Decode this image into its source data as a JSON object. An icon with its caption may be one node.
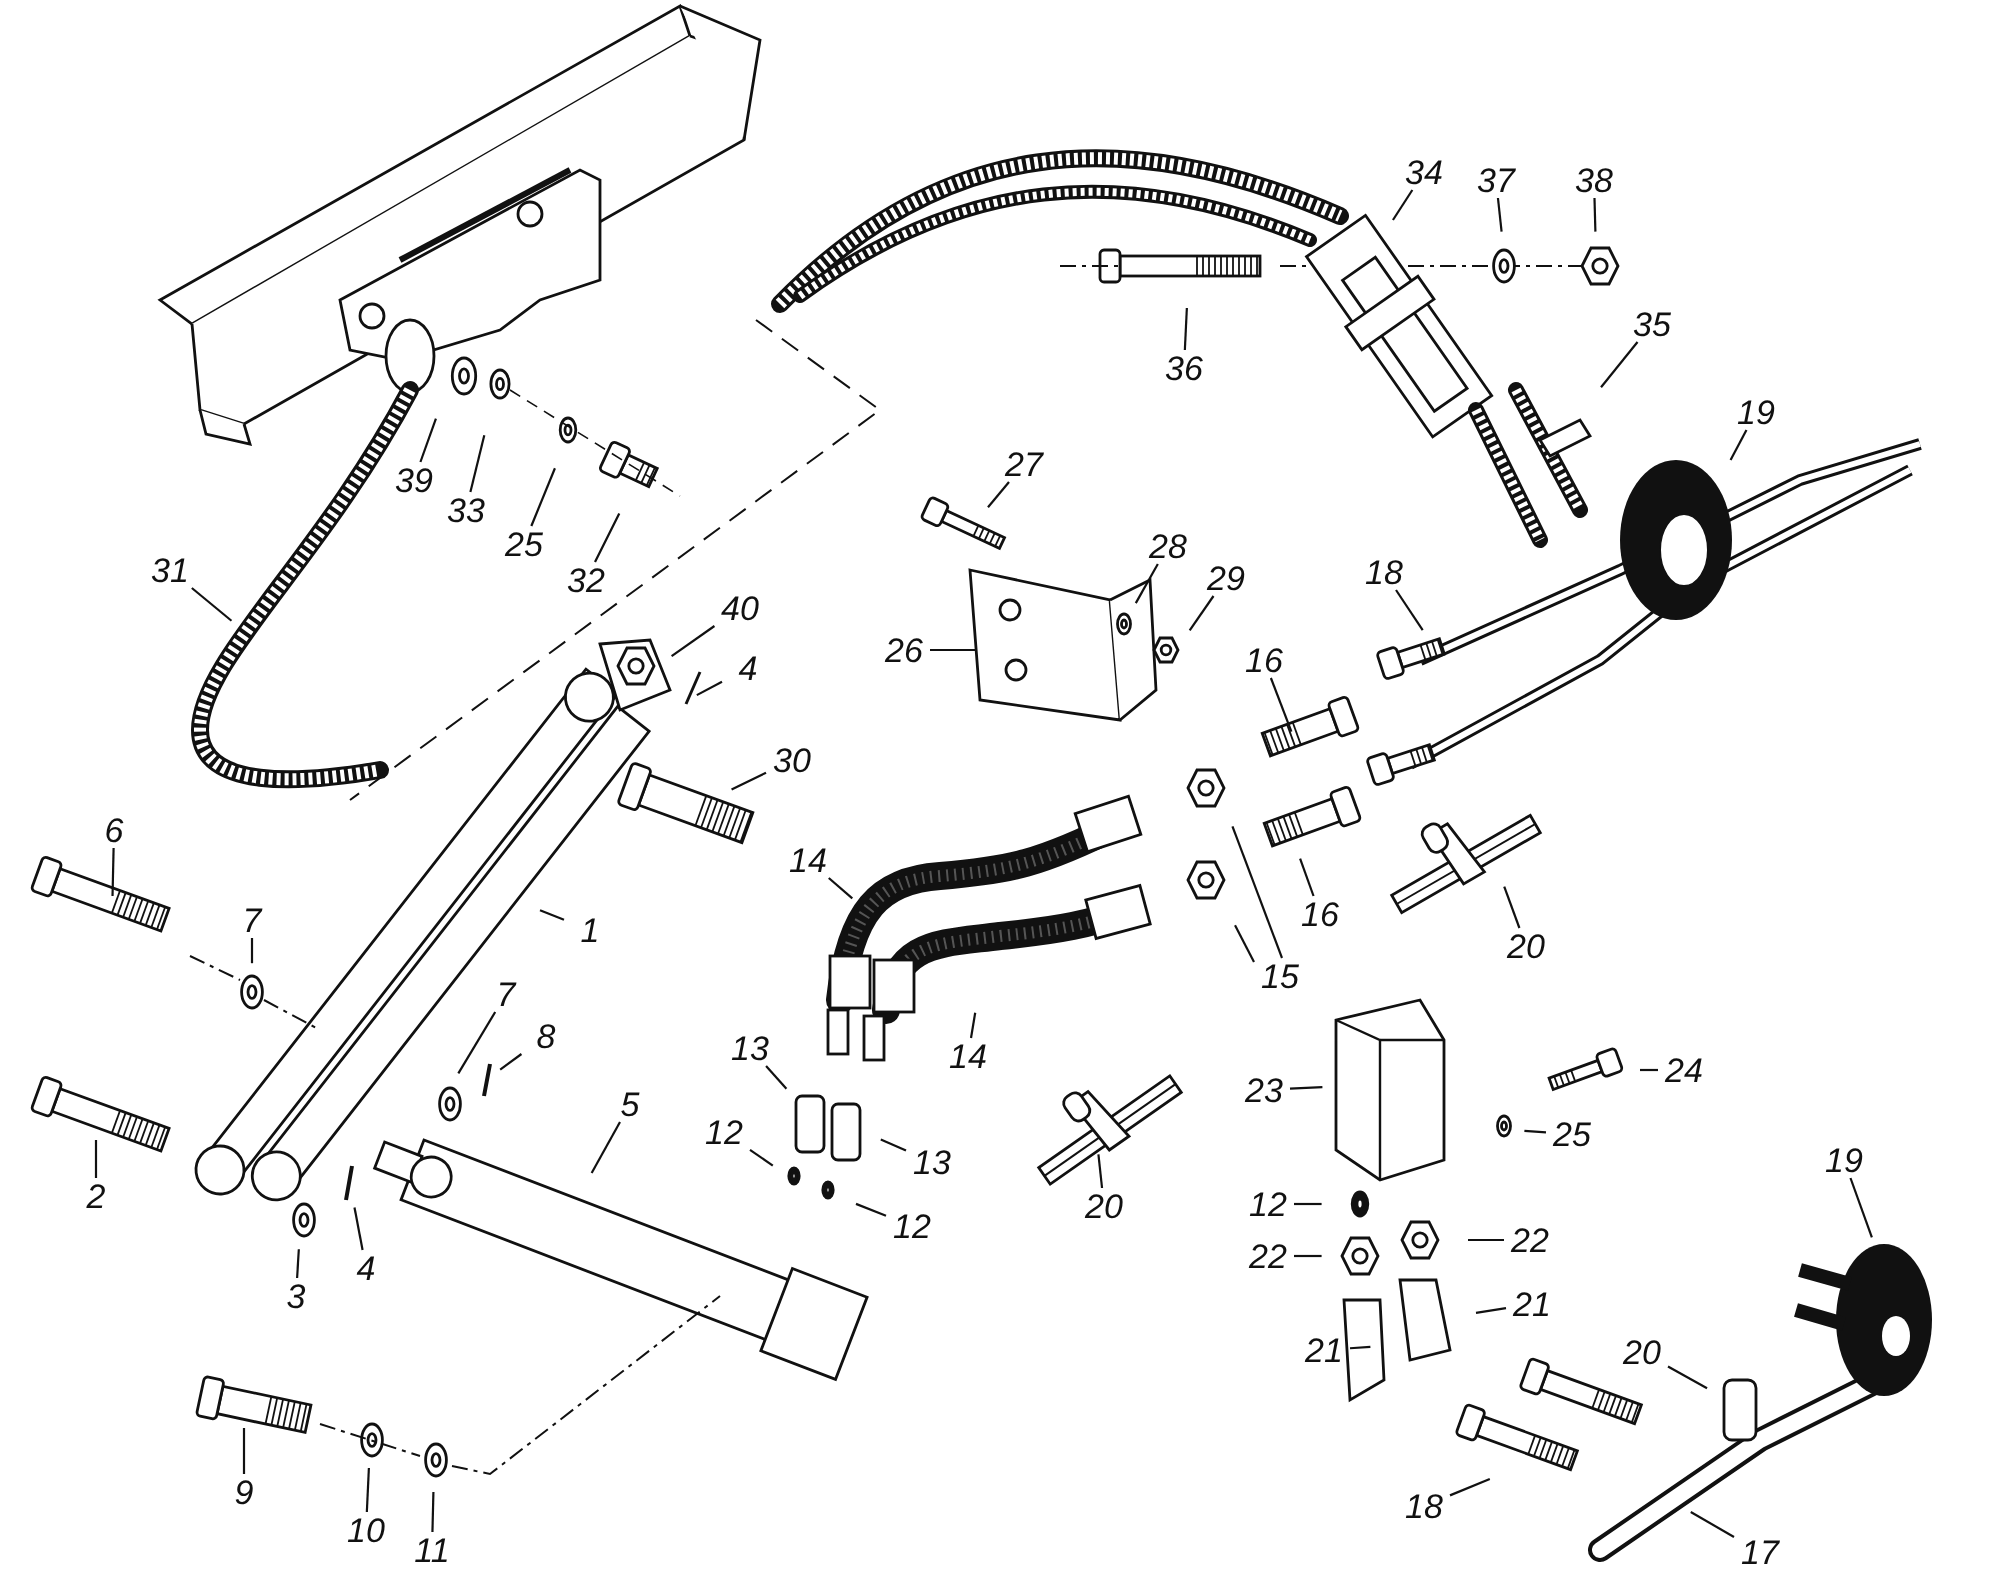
{
  "diagram": {
    "nodes": [
      {
        "text": [
          "34"
        ]
      },
      {
        "text": [
          "37"
        ]
      },
      {
        "text": [
          "38"
        ]
      },
      {
        "text": [
          "36"
        ]
      },
      {
        "text": [
          "35"
        ]
      },
      {
        "text": [
          "19"
        ]
      },
      {
        "text": [
          "39"
        ]
      },
      {
        "text": [
          "33"
        ]
      },
      {
        "text": [
          "25"
        ]
      },
      {
        "text": [
          "32"
        ]
      },
      {
        "text": [
          "27"
        ]
      },
      {
        "text": [
          "31"
        ]
      },
      {
        "text": [
          "28"
        ]
      },
      {
        "text": [
          "29"
        ]
      },
      {
        "text": [
          "26"
        ]
      },
      {
        "text": [
          "18"
        ]
      },
      {
        "text": [
          "16"
        ]
      },
      {
        "text": [
          "40"
        ]
      },
      {
        "text": [
          "4"
        ]
      },
      {
        "text": [
          "30"
        ]
      },
      {
        "text": [
          "14"
        ]
      },
      {
        "text": [
          "6"
        ]
      },
      {
        "text": [
          "1"
        ]
      },
      {
        "text": [
          "16"
        ]
      },
      {
        "text": [
          "15"
        ]
      },
      {
        "text": [
          "20"
        ]
      },
      {
        "text": [
          "7"
        ]
      },
      {
        "text": [
          "14"
        ]
      },
      {
        "text": [
          "7"
        ]
      },
      {
        "text": [
          "8"
        ]
      },
      {
        "text": [
          "13"
        ]
      },
      {
        "text": [
          "13"
        ]
      },
      {
        "text": [
          "12"
        ]
      },
      {
        "text": [
          "12"
        ]
      },
      {
        "text": [
          "5"
        ]
      },
      {
        "text": [
          "2"
        ]
      },
      {
        "text": [
          "20"
        ]
      },
      {
        "text": [
          "23"
        ]
      },
      {
        "text": [
          "24"
        ]
      },
      {
        "text": [
          "25"
        ]
      },
      {
        "text": [
          "3"
        ]
      },
      {
        "text": [
          "4"
        ]
      },
      {
        "text": [
          "12"
        ]
      },
      {
        "text": [
          "22"
        ]
      },
      {
        "text": [
          "22"
        ]
      },
      {
        "text": [
          "21"
        ]
      },
      {
        "text": [
          "21"
        ]
      },
      {
        "text": [
          "9"
        ]
      },
      {
        "text": [
          "10"
        ]
      },
      {
        "text": [
          "11"
        ]
      },
      {
        "text": [
          "18"
        ]
      },
      {
        "text": [
          "19"
        ]
      },
      {
        "text": [
          "20"
        ]
      },
      {
        "text": [
          "17"
        ]
      }
    ],
    "edges": [
      {
        "from": 0,
        "to": null,
        "arrow": "none"
      },
      {
        "from": 1,
        "to": null,
        "arrow": "none"
      },
      {
        "from": 2,
        "to": null,
        "arrow": "none"
      },
      {
        "from": 3,
        "to": null,
        "arrow": "none"
      },
      {
        "from": 4,
        "to": null,
        "arrow": "none"
      },
      {
        "from": 5,
        "to": null,
        "arrow": "none"
      },
      {
        "from": 6,
        "to": null,
        "arrow": "none"
      },
      {
        "from": 7,
        "to": null,
        "arrow": "none"
      },
      {
        "from": 8,
        "to": null,
        "arrow": "none"
      },
      {
        "from": 9,
        "to": null,
        "arrow": "none"
      },
      {
        "from": 10,
        "to": null,
        "arrow": "none"
      },
      {
        "from": 11,
        "to": null,
        "arrow": "none"
      },
      {
        "from": 12,
        "to": null,
        "arrow": "none"
      },
      {
        "from": 13,
        "to": null,
        "arrow": "none"
      },
      {
        "from": 14,
        "to": null,
        "arrow": "none"
      },
      {
        "from": 15,
        "to": null,
        "arrow": "none"
      },
      {
        "from": 16,
        "to": null,
        "arrow": "none"
      },
      {
        "from": 17,
        "to": null,
        "arrow": "none"
      },
      {
        "from": 18,
        "to": null,
        "arrow": "none"
      },
      {
        "from": 19,
        "to": null,
        "arrow": "none"
      },
      {
        "from": 20,
        "to": null,
        "arrow": "none"
      },
      {
        "from": 21,
        "to": null,
        "arrow": "none"
      },
      {
        "from": 22,
        "to": null,
        "arrow": "none"
      },
      {
        "from": 23,
        "to": null,
        "arrow": "none"
      },
      {
        "from": 24,
        "to": null,
        "arrow": "none"
      },
      {
        "from": 24,
        "to": null,
        "arrow": "none"
      },
      {
        "from": 25,
        "to": null,
        "arrow": "none"
      },
      {
        "from": 26,
        "to": null,
        "arrow": "none"
      },
      {
        "from": 27,
        "to": null,
        "arrow": "none"
      },
      {
        "from": 28,
        "to": null,
        "arrow": "none"
      },
      {
        "from": 29,
        "to": null,
        "arrow": "none"
      },
      {
        "from": 30,
        "to": null,
        "arrow": "none"
      },
      {
        "from": 31,
        "to": null,
        "arrow": "none"
      },
      {
        "from": 32,
        "to": null,
        "arrow": "none"
      },
      {
        "from": 33,
        "to": null,
        "arrow": "none"
      },
      {
        "from": 34,
        "to": null,
        "arrow": "none"
      },
      {
        "from": 35,
        "to": null,
        "arrow": "none"
      },
      {
        "from": 36,
        "to": null,
        "arrow": "none"
      },
      {
        "from": 37,
        "to": null,
        "arrow": "none"
      },
      {
        "from": 38,
        "to": null,
        "arrow": "none"
      },
      {
        "from": 39,
        "to": null,
        "arrow": "none"
      },
      {
        "from": 40,
        "to": null,
        "arrow": "none"
      },
      {
        "from": 41,
        "to": null,
        "arrow": "none"
      },
      {
        "from": 42,
        "to": null,
        "arrow": "none"
      },
      {
        "from": 43,
        "to": null,
        "arrow": "none"
      },
      {
        "from": 44,
        "to": null,
        "arrow": "none"
      },
      {
        "from": 45,
        "to": null,
        "arrow": "none"
      },
      {
        "from": 46,
        "to": null,
        "arrow": "none"
      },
      {
        "from": 47,
        "to": null,
        "arrow": "none"
      },
      {
        "from": 48,
        "to": null,
        "arrow": "none"
      },
      {
        "from": 49,
        "to": null,
        "arrow": "none"
      },
      {
        "from": 50,
        "to": null,
        "arrow": "none"
      },
      {
        "from": 51,
        "to": null,
        "arrow": "none"
      },
      {
        "from": 52,
        "to": null,
        "arrow": "none"
      },
      {
        "from": 53,
        "to": null,
        "arrow": "none"
      }
    ]
  }
}
